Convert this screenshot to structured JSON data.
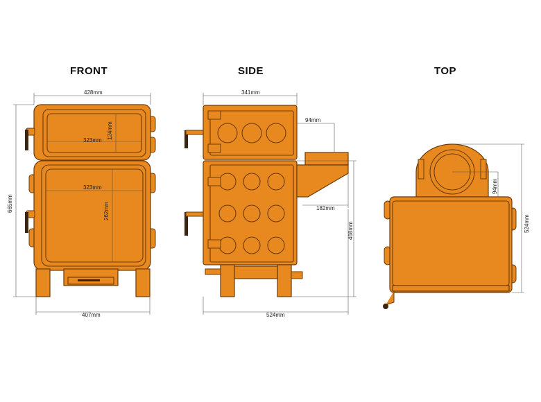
{
  "views": {
    "front": {
      "title": "FRONT"
    },
    "side": {
      "title": "SIDE"
    },
    "top": {
      "title": "TOP"
    }
  },
  "dimensions": {
    "front_top_width": "428mm",
    "front_upper_door_width": "323mm",
    "front_upper_door_height": "124mm",
    "front_lower_door_width": "323mm",
    "front_lower_door_height": "262mm",
    "front_total_height": "665mm",
    "front_base_width": "407mm",
    "side_top_width": "341mm",
    "side_flue_offset": "94mm",
    "side_hopper_depth": "182mm",
    "side_lower_height": "468mm",
    "side_total_depth": "524mm",
    "top_flue_offset": "94mm",
    "top_total_depth": "524mm"
  },
  "colors": {
    "body": "#e8891f",
    "outline": "#6b3a0a",
    "dimension_line": "#555555",
    "text": "#111111"
  }
}
